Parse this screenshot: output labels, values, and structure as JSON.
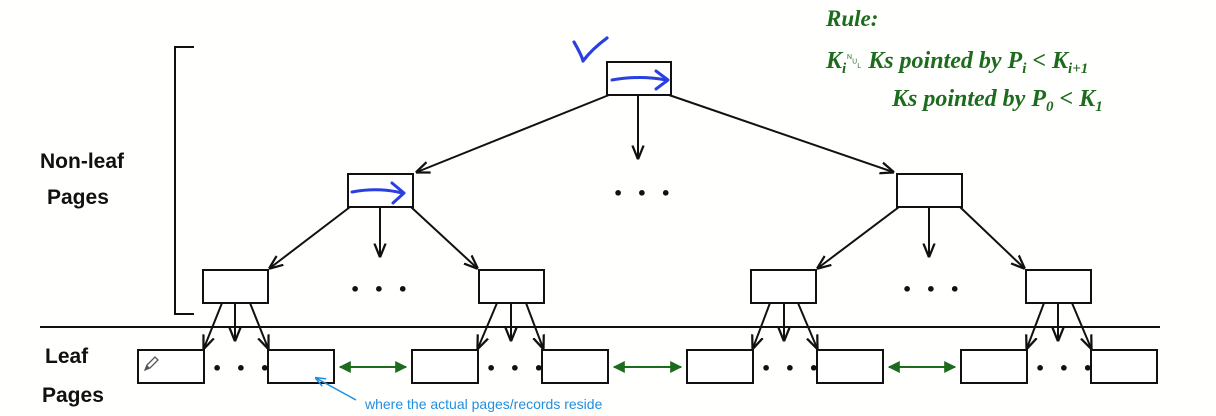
{
  "rule": {
    "title": "Rule:",
    "line1_prefix": "K",
    "line1_prefix_sub": "i",
    "line1_glyph": "␀",
    "line1_middle": " Ks pointed by P",
    "line1_middle_sub": "i",
    "line1_lt": " < K",
    "line1_end_sub": "i+1",
    "line2_main": "Ks pointed by P",
    "line2_sub": "0",
    "line2_lt": " < K",
    "line2_end_sub": "1"
  },
  "labels": {
    "nonleaf_line1": "Non-leaf",
    "nonleaf_line2": "Pages",
    "leaf_line1": "Leaf",
    "leaf_line2": "Pages"
  },
  "annotation": {
    "note": "where the actual pages/records reside"
  },
  "ellipsis": "• • •",
  "colors": {
    "rule_green": "#1d6b1d",
    "pen_blue": "#2a3fe0",
    "note_blue": "#1f8fe0",
    "sibling_arrow_green": "#1d6b1d"
  }
}
